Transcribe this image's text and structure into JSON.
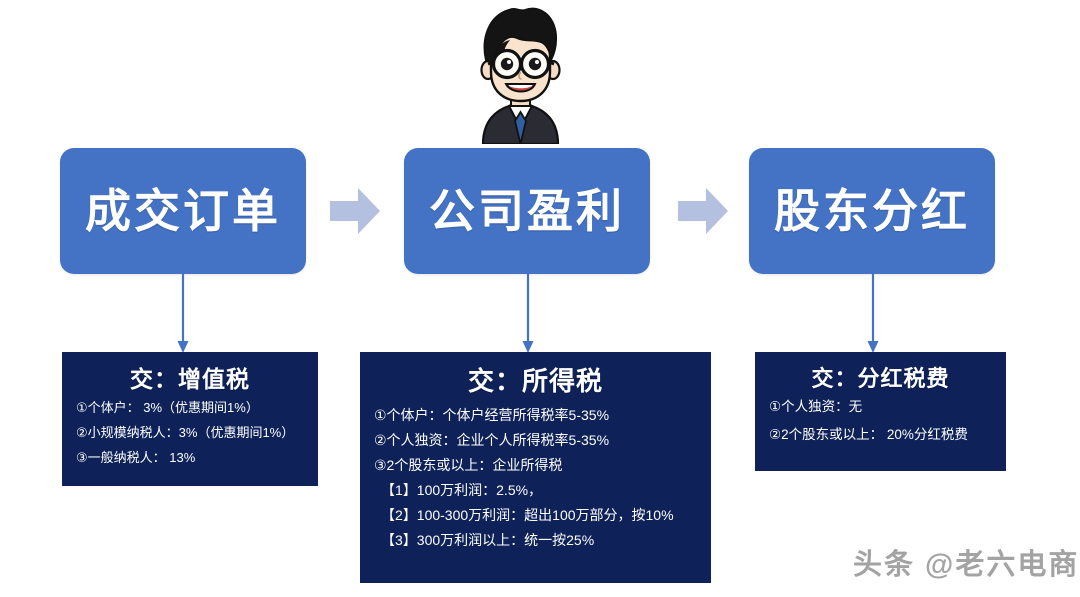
{
  "avatar": {
    "name": "cartoon-man-avatar",
    "description": "男性卡通头像"
  },
  "stages": [
    {
      "id": "stage-order",
      "label": "成交订单"
    },
    {
      "id": "stage-profit",
      "label": "公司盈利"
    },
    {
      "id": "stage-dividend",
      "label": "股东分红"
    }
  ],
  "flow_arrows": [
    {
      "name": "chevron-right-icon"
    },
    {
      "name": "chevron-right-icon"
    }
  ],
  "connectors": [
    {
      "name": "down-arrow-connector"
    },
    {
      "name": "down-arrow-connector"
    },
    {
      "name": "down-arrow-connector"
    }
  ],
  "details": [
    {
      "id": "detail-vat",
      "title": "交：增值税",
      "lines": [
        {
          "text": "①个体户： 3%（优惠期间1%）",
          "indented": false
        },
        {
          "text": "②小规模纳税人：3%（优惠期间1%）",
          "indented": false
        },
        {
          "text": "③一般纳税人： 13%",
          "indented": false
        }
      ]
    },
    {
      "id": "detail-income-tax",
      "title": "交：所得税",
      "lines": [
        {
          "text": "①个体户：个体户经营所得税率5-35%",
          "indented": false
        },
        {
          "text": "②个人独资：企业个人所得税率5-35%",
          "indented": false
        },
        {
          "text": "③2个股东或以上：企业所得税",
          "indented": false
        },
        {
          "text": "【1】100万利润：2.5%，",
          "indented": true
        },
        {
          "text": "【2】100-300万利润：超出100万部分，按10%",
          "indented": true
        },
        {
          "text": "【3】300万利润以上：统一按25%",
          "indented": true
        }
      ]
    },
    {
      "id": "detail-dividend-tax",
      "title": "交：分红税费",
      "lines": [
        {
          "text": "①个人独资：无",
          "indented": false
        },
        {
          "text": "②2个股东或以上： 20%分红税费",
          "indented": false
        }
      ]
    }
  ],
  "watermark": {
    "text": "头条 @老六电商"
  },
  "colors": {
    "stage_blue": "#4472C4",
    "panel_navy": "#0E2259",
    "chevron_lavender": "#B4C0E0",
    "connector_blue": "#4472C4",
    "background": "#FFFFFF",
    "text_white": "#FFFFFF",
    "watermark_gray": "#8A8A8A"
  }
}
